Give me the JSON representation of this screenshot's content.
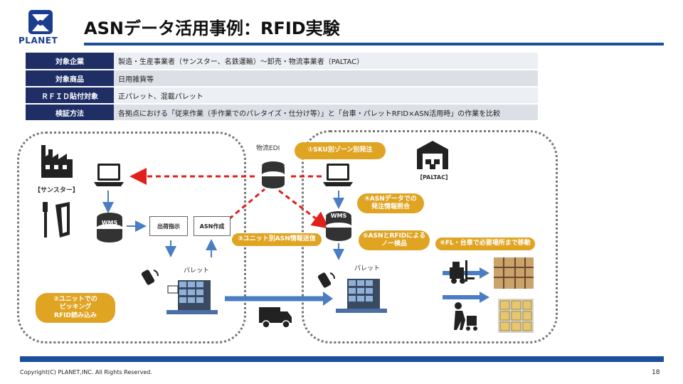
{
  "logo": {
    "name": "PLANET"
  },
  "title": "ASNデータ活用事例：RFID実験",
  "info_table": [
    {
      "label": "対象企業",
      "value": "製造・生産事業者（サンスター、名鉄運輸）～卸売・物流事業者（PALTAC）"
    },
    {
      "label": "対象商品",
      "value": "日用雑貨等"
    },
    {
      "label": "ＲＦＩＤ貼付対象",
      "value": "正パレット、混載パレット"
    },
    {
      "label": "検証方法",
      "value": "各拠点における「従来作業（手作業でのパレタイズ・仕分け等）」と「台車・パレットRFID×ASN活用時」の作業を比較"
    }
  ],
  "diagram": {
    "left_company": "【サンスター】",
    "right_company": "【PALTAC】",
    "edi_label": "物流EDI",
    "wms_left": "WMS",
    "wms_right": "WMS",
    "doc_shipping": "出荷指示",
    "doc_asn": "ASN作成",
    "pallet_left": "パレット",
    "pallet_right": "パレット",
    "step1": "①SKU別ゾーン別発注",
    "step2": "②ユニットでの\nピッキング\nRFID読み込み",
    "step3": "③ユニット別ASN情報送信",
    "step4": "④ASNデータでの\n発注情報照合",
    "step5": "⑤ASNとRFIDによる\nノー検品",
    "step6": "⑥FL・台車で必要場所まで移動"
  },
  "footer": {
    "copyright": "Copyright(C) PLANET,INC. All Rights Reserved.",
    "page": "18"
  }
}
